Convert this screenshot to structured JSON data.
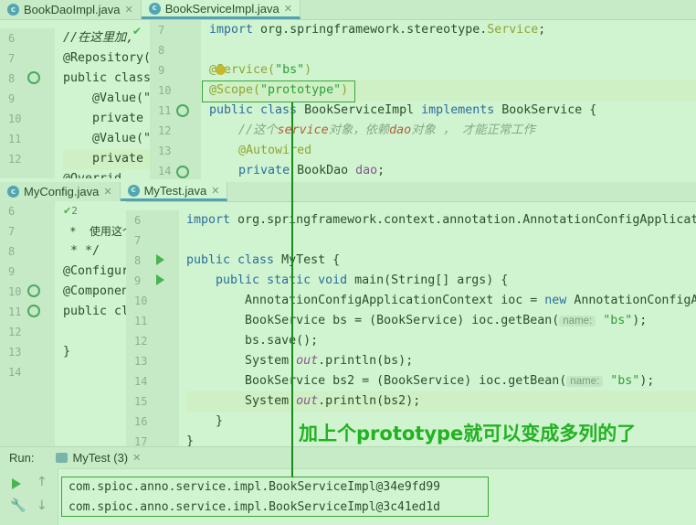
{
  "editor_top": {
    "tabs": [
      {
        "label": "BookDaoImpl.java",
        "icon": "class-icon"
      },
      {
        "label": "BookServiceImpl.java",
        "icon": "class-icon"
      }
    ],
    "left_lines": [
      "6",
      "7",
      "8",
      "9",
      "10",
      "11",
      "12"
    ],
    "left_code": [
      "//在这里加,",
      "@Repository(",
      "public class",
      "    @Value(\"",
      "    private",
      "    @Value(\"",
      "    private"
    ],
    "left_check": "✔",
    "left_trailing": "@Overrid",
    "right_lines": [
      "7",
      "8",
      "9",
      "10",
      "11",
      "12",
      "13",
      "14"
    ],
    "right_code": {
      "l7_kw": "import",
      "l7_rest": " org.springframework.stereotype.",
      "l7_cls": "Service",
      "l7_end": ";",
      "l9_ann": "@Service(",
      "l9_str": "\"bs\"",
      "l9_end": ")",
      "l10_ann": "@Scope(",
      "l10_str": "\"prototype\"",
      "l10_end": ")",
      "l11_kw1": "public class",
      "l11_name": " BookServiceImpl ",
      "l11_kw2": "implements",
      "l11_rest": " BookService {",
      "l12_cmt1": "//这个",
      "l12_red": "service",
      "l12_cmt2": "对象，依赖",
      "l12_red2": "dao",
      "l12_cmt3": "对象 ， 才能正常工作",
      "l13_ann": "@Autowired",
      "l14_kw": "private",
      "l14_type": " BookDao ",
      "l14_field": "dao",
      "l14_end": ";"
    }
  },
  "editor_bottom": {
    "tabs": [
      {
        "label": "MyConfig.java",
        "icon": "class-icon"
      },
      {
        "label": "MyTest.java",
        "icon": "class-icon"
      }
    ],
    "left_lines": [
      "6",
      "7",
      "8",
      "9",
      "10",
      "11",
      "12",
      "13",
      "14"
    ],
    "left_code": [
      "",
      " *  使用这个",
      " * */",
      "@Configur",
      "@Componen",
      "public cl",
      "",
      "}",
      ""
    ],
    "left_badge": "2",
    "right_lines": [
      "6",
      "7",
      "8",
      "9",
      "10",
      "11",
      "12",
      "13",
      "14",
      "15",
      "16",
      "17"
    ],
    "right_code": {
      "l6_kw": "import",
      "l6_rest": " org.springframework.context.annotation.AnnotationConfigApplicat",
      "l8_kw": "public class",
      "l8_rest": " MyTest {",
      "l9_kw": "public static void",
      "l9_rest": " main(String[] args) {",
      "l10_a": "AnnotationConfigApplicationContext ioc = ",
      "l10_kw": "new",
      "l10_b": " AnnotationConfigA",
      "l11_a": "BookService bs = (BookService) ioc.getBean(",
      "l11_hint": "name:",
      "l11_str": "\"bs\"",
      "l11_end": ");",
      "l12": "bs.save();",
      "l13_a": "System.",
      "l13_out": "out",
      "l13_b": ".println(bs);",
      "l14_a": "BookService bs2 = (BookService) ioc.getBean(",
      "l14_hint": "name:",
      "l14_str": "\"bs\"",
      "l14_end": ");",
      "l15_a": "System.",
      "l15_out": "out",
      "l15_b": ".println(bs2);",
      "l16": "}",
      "l17": "}"
    }
  },
  "run_panel": {
    "label": "Run:",
    "tab": "MyTest (3)",
    "output": [
      "com.spioc.anno.service.impl.BookServiceImpl@34e9fd99",
      "com.spioc.anno.service.impl.BookServiceImpl@3c41ed1d"
    ]
  },
  "annotation_caption": "加上个prototype就可以变成多列的了",
  "colors": {
    "accent_green": "#1a8a1a",
    "caption": "#22b222"
  }
}
